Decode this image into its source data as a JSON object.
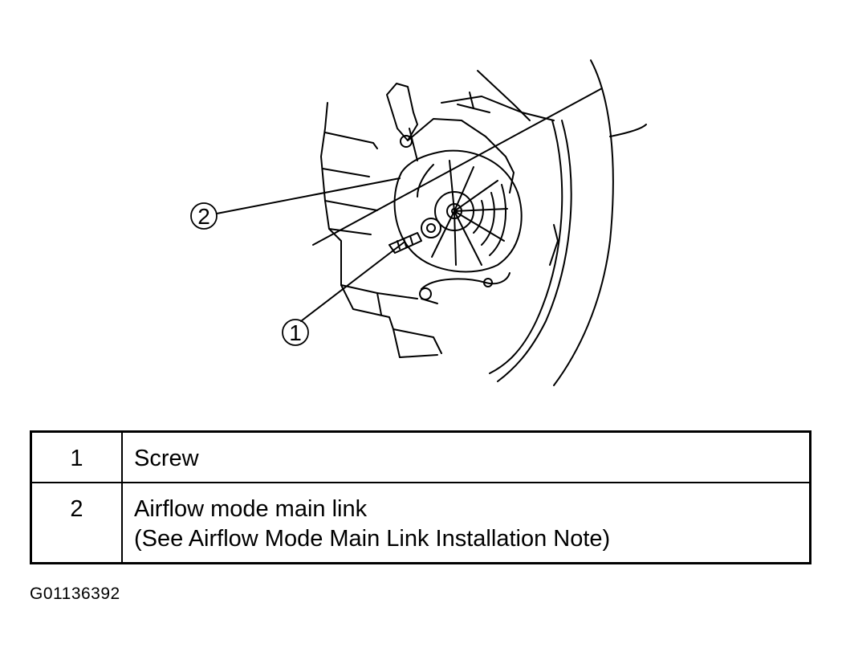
{
  "callouts": [
    {
      "number": "1"
    },
    {
      "number": "2"
    }
  ],
  "parts_table": {
    "rows": [
      {
        "number": "1",
        "lines": [
          "Screw"
        ]
      },
      {
        "number": "2",
        "lines": [
          "Airflow mode main link",
          "(See Airflow Mode Main Link Installation Note)"
        ]
      }
    ]
  },
  "figure_id": "G01136392",
  "colors": {
    "ink": "#000000",
    "paper": "#ffffff"
  }
}
